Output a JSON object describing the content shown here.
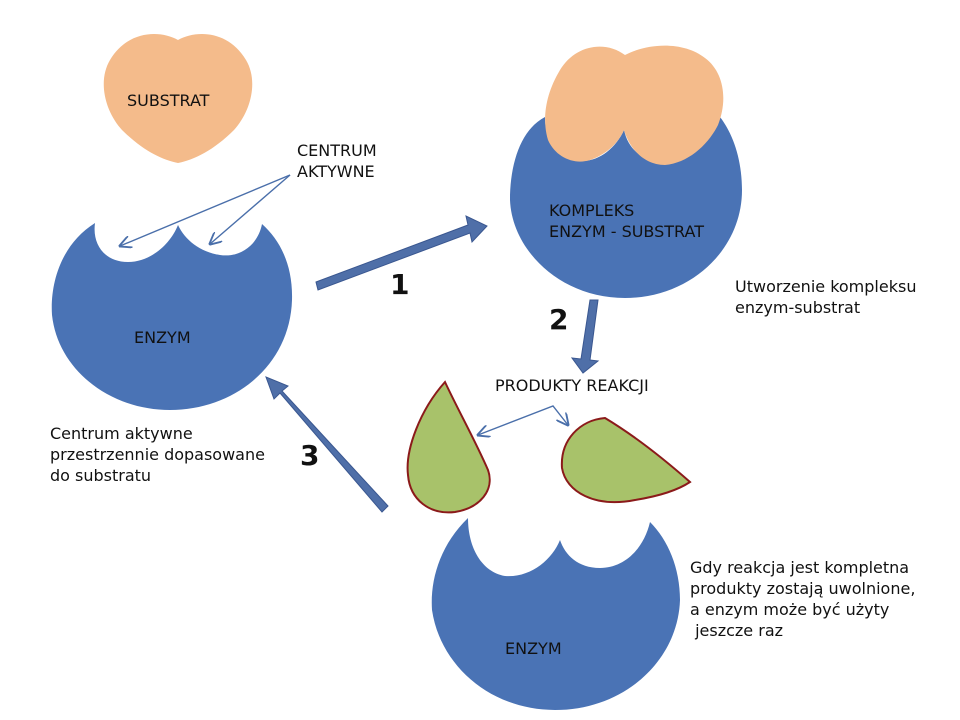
{
  "labels": {
    "substrate": "SUBSTRAT",
    "active_site": "CENTRUM\nAKTYWNE",
    "complex": "KOMPLEKS\nENZYM - SUBSTRAT",
    "complex_note": "Utworzenie kompleksu\nenzym-substrat",
    "enzyme_top": "ENZYM",
    "enzyme_bottom": "ENZYM",
    "products": "PRODUKTY REAKCJI",
    "active_site_note": "Centrum aktywne\nprzestrzennie dopasowane\ndo substratu",
    "release_note": "Gdy reakcja jest kompletna\nprodukty zostają uwolnione,\na enzym może być użyty\n jeszcze raz"
  },
  "steps": [
    "1",
    "2",
    "3"
  ],
  "colors": {
    "enzyme": "#4a73b5",
    "substrate": "#f4bb8b",
    "product_fill": "#a8c26a",
    "product_outline": "#8b1a1a",
    "arrow": "#4f6fa8",
    "pointer": "#4a6faa"
  }
}
